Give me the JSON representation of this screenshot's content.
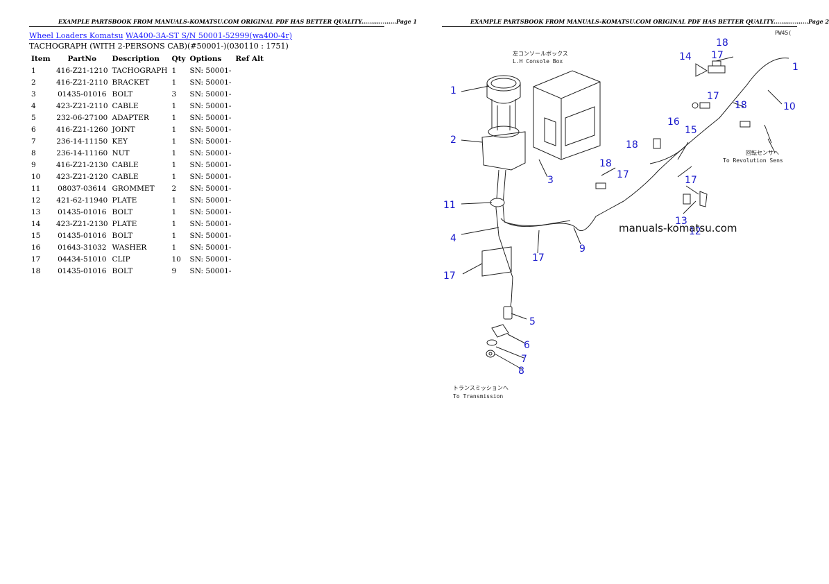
{
  "page1": {
    "header": "EXAMPLE PARTSBOOK FROM MANUALS-KOMATSU.COM ORIGINAL PDF HAS BETTER QUALITY..................Page 1",
    "breadcrumb": {
      "link1": "Wheel Loaders Komatsu",
      "link2": "WA400-3A-ST S/N 50001-52999(wa400-4r)"
    },
    "subtitle": "TACHOGRAPH (WITH 2-PERSONS CAB)(#50001-)(030110 : 1751)",
    "table": {
      "headers": [
        "Item",
        "PartNo",
        "Description",
        "Qty",
        "Options",
        "Ref Alt"
      ],
      "rows": [
        [
          "1",
          "416-Z21-1210",
          "TACHOGRAPH",
          "1",
          "SN: 50001-",
          ""
        ],
        [
          "2",
          "416-Z21-2110",
          "BRACKET",
          "1",
          "SN: 50001-",
          ""
        ],
        [
          "3",
          "01435-01016",
          "BOLT",
          "3",
          "SN: 50001-",
          ""
        ],
        [
          "4",
          "423-Z21-2110",
          "CABLE",
          "1",
          "SN: 50001-",
          ""
        ],
        [
          "5",
          "232-06-27100",
          "ADAPTER",
          "1",
          "SN: 50001-",
          ""
        ],
        [
          "6",
          "416-Z21-1260",
          "JOINT",
          "1",
          "SN: 50001-",
          ""
        ],
        [
          "7",
          "236-14-11150",
          "KEY",
          "1",
          "SN: 50001-",
          ""
        ],
        [
          "8",
          "236-14-11160",
          "NUT",
          "1",
          "SN: 50001-",
          ""
        ],
        [
          "9",
          "416-Z21-2130",
          "CABLE",
          "1",
          "SN: 50001-",
          ""
        ],
        [
          "10",
          "423-Z21-2120",
          "CABLE",
          "1",
          "SN: 50001-",
          ""
        ],
        [
          "11",
          "08037-03614",
          "GROMMET",
          "2",
          "SN: 50001-",
          ""
        ],
        [
          "12",
          "421-62-11940",
          "PLATE",
          "1",
          "SN: 50001-",
          ""
        ],
        [
          "13",
          "01435-01016",
          "BOLT",
          "1",
          "SN: 50001-",
          ""
        ],
        [
          "14",
          "423-Z21-2130",
          "PLATE",
          "1",
          "SN: 50001-",
          ""
        ],
        [
          "15",
          "01435-01016",
          "BOLT",
          "1",
          "SN: 50001-",
          ""
        ],
        [
          "16",
          "01643-31032",
          "WASHER",
          "1",
          "SN: 50001-",
          ""
        ],
        [
          "17",
          "04434-51010",
          "CLIP",
          "10",
          "SN: 50001-",
          ""
        ],
        [
          "18",
          "01435-01016",
          "BOLT",
          "9",
          "SN: 50001-",
          ""
        ]
      ]
    }
  },
  "page2": {
    "header": "EXAMPLE PARTSBOOK FROM MANUALS-KOMATSU.COM ORIGINAL PDF HAS BETTER QUALITY..................Page 2",
    "diagram": {
      "watermark": "manuals-komatsu.com",
      "notes": {
        "console_jp": "左コンソールボックス",
        "console_en": "L.H Console Box",
        "revolution_jp": "回転センサへ",
        "revolution_en": "To Revolution Sens",
        "transmission_jp": "トランスミッションへ",
        "transmission_en": "To Transmission",
        "corner_code": "PW45("
      },
      "callouts": [
        "1",
        "2",
        "3",
        "4",
        "5",
        "6",
        "7",
        "8",
        "9",
        "10",
        "11",
        "12",
        "13",
        "14",
        "15",
        "16",
        "17",
        "18",
        "17",
        "17",
        "17",
        "17",
        "17",
        "18",
        "18",
        "18",
        "1"
      ]
    }
  },
  "colors": {
    "link": "#1a1aff",
    "callout": "#1a1acc"
  }
}
